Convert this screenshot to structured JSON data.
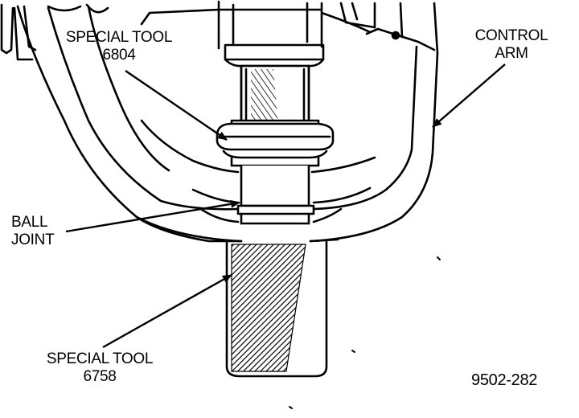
{
  "labels": {
    "special_tool_top": {
      "line1": "SPECIAL TOOL",
      "line2": "6804"
    },
    "control_arm": {
      "line1": "CONTROL",
      "line2": "ARM"
    },
    "ball_joint": {
      "line1": "BALL",
      "line2": "JOINT"
    },
    "special_tool_bottom": {
      "line1": "SPECIAL TOOL",
      "line2": "6758"
    },
    "figure_code": "9502-282"
  },
  "colors": {
    "ink": "#000000",
    "paper": "#ffffff"
  }
}
